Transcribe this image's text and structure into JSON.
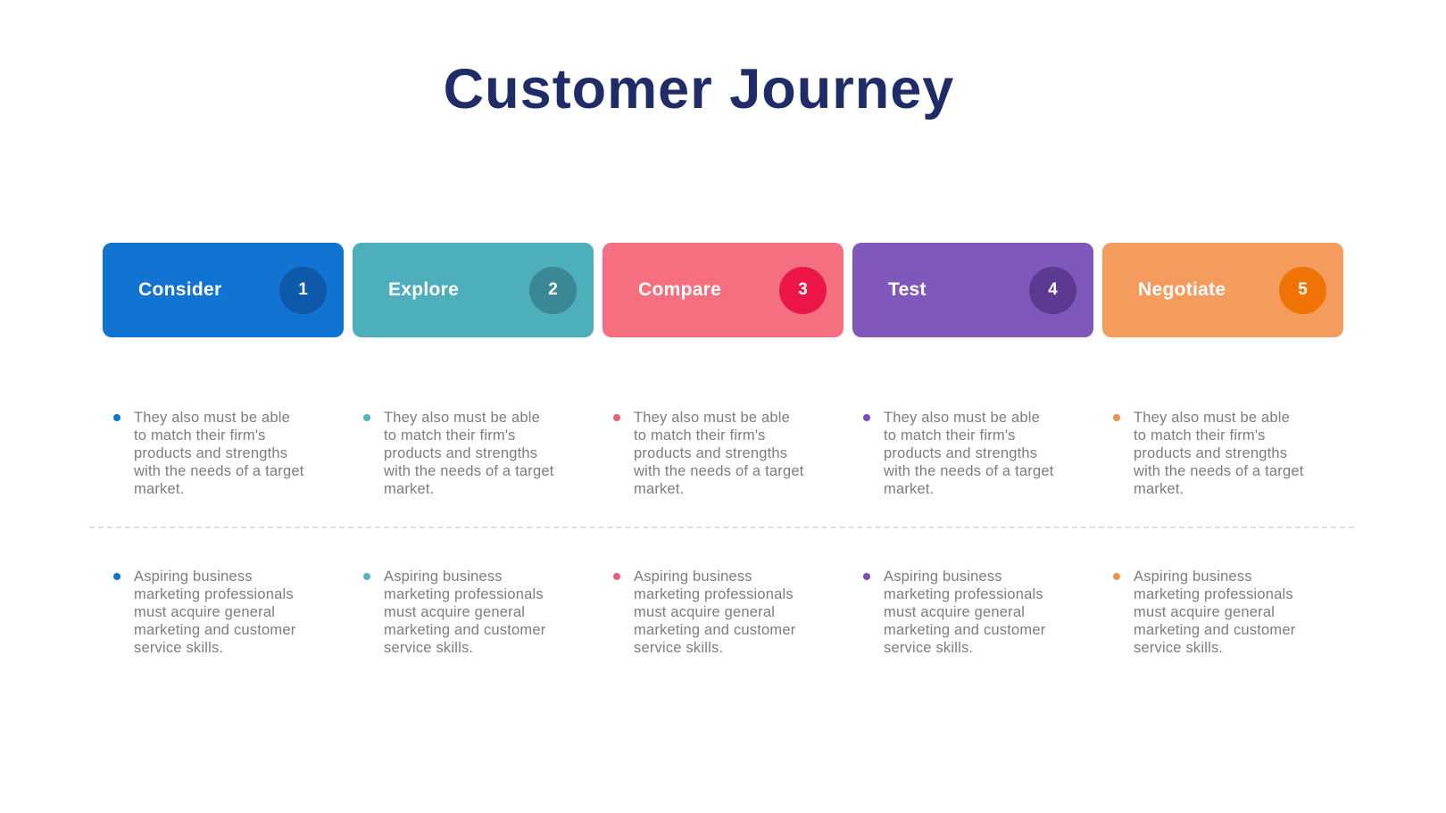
{
  "title": "Customer Journey",
  "title_color": "#1f2c67",
  "divider_color": "#dedede",
  "body_text_color": "#7d7d7d",
  "stages": [
    {
      "label": "Consider",
      "number": "1",
      "card_color": "#1173d2",
      "number_circle_color": "#0e59a9",
      "bullet_color": "#1173d2",
      "point_1": "They also must be able to match their firm's products and strengths with the needs of a target market.",
      "point_2": "Aspiring business marketing professionals must acquire general marketing and customer service skills."
    },
    {
      "label": "Explore",
      "number": "2",
      "card_color": "#4daebc",
      "number_circle_color": "#3a8895",
      "bullet_color": "#55b3c1",
      "point_1": "They also must be able to match their firm's products and strengths with the needs of a target market.",
      "point_2": "Aspiring business marketing professionals must acquire general marketing and customer service skills."
    },
    {
      "label": "Compare",
      "number": "3",
      "card_color": "#f56f80",
      "number_circle_color": "#ec1748",
      "bullet_color": "#ee5f78",
      "point_1": "They also must be able to match their firm's products and strengths with the needs of a target market.",
      "point_2": "Aspiring business marketing professionals must acquire general marketing and customer service skills."
    },
    {
      "label": "Test",
      "number": "4",
      "card_color": "#8058bb",
      "number_circle_color": "#5c3a92",
      "bullet_color": "#7a4fb3",
      "point_1": "They also must be able to match their firm's products and strengths with the needs of a target market.",
      "point_2": "Aspiring business marketing professionals must acquire general marketing and customer service skills."
    },
    {
      "label": "Negotiate",
      "number": "5",
      "card_color": "#f49c5d",
      "number_circle_color": "#f07305",
      "bullet_color": "#ef9150",
      "point_1": "They also must be able to match their firm's products and strengths with the needs of a target market.",
      "point_2": "Aspiring business marketing professionals must acquire general marketing and customer service skills."
    }
  ]
}
